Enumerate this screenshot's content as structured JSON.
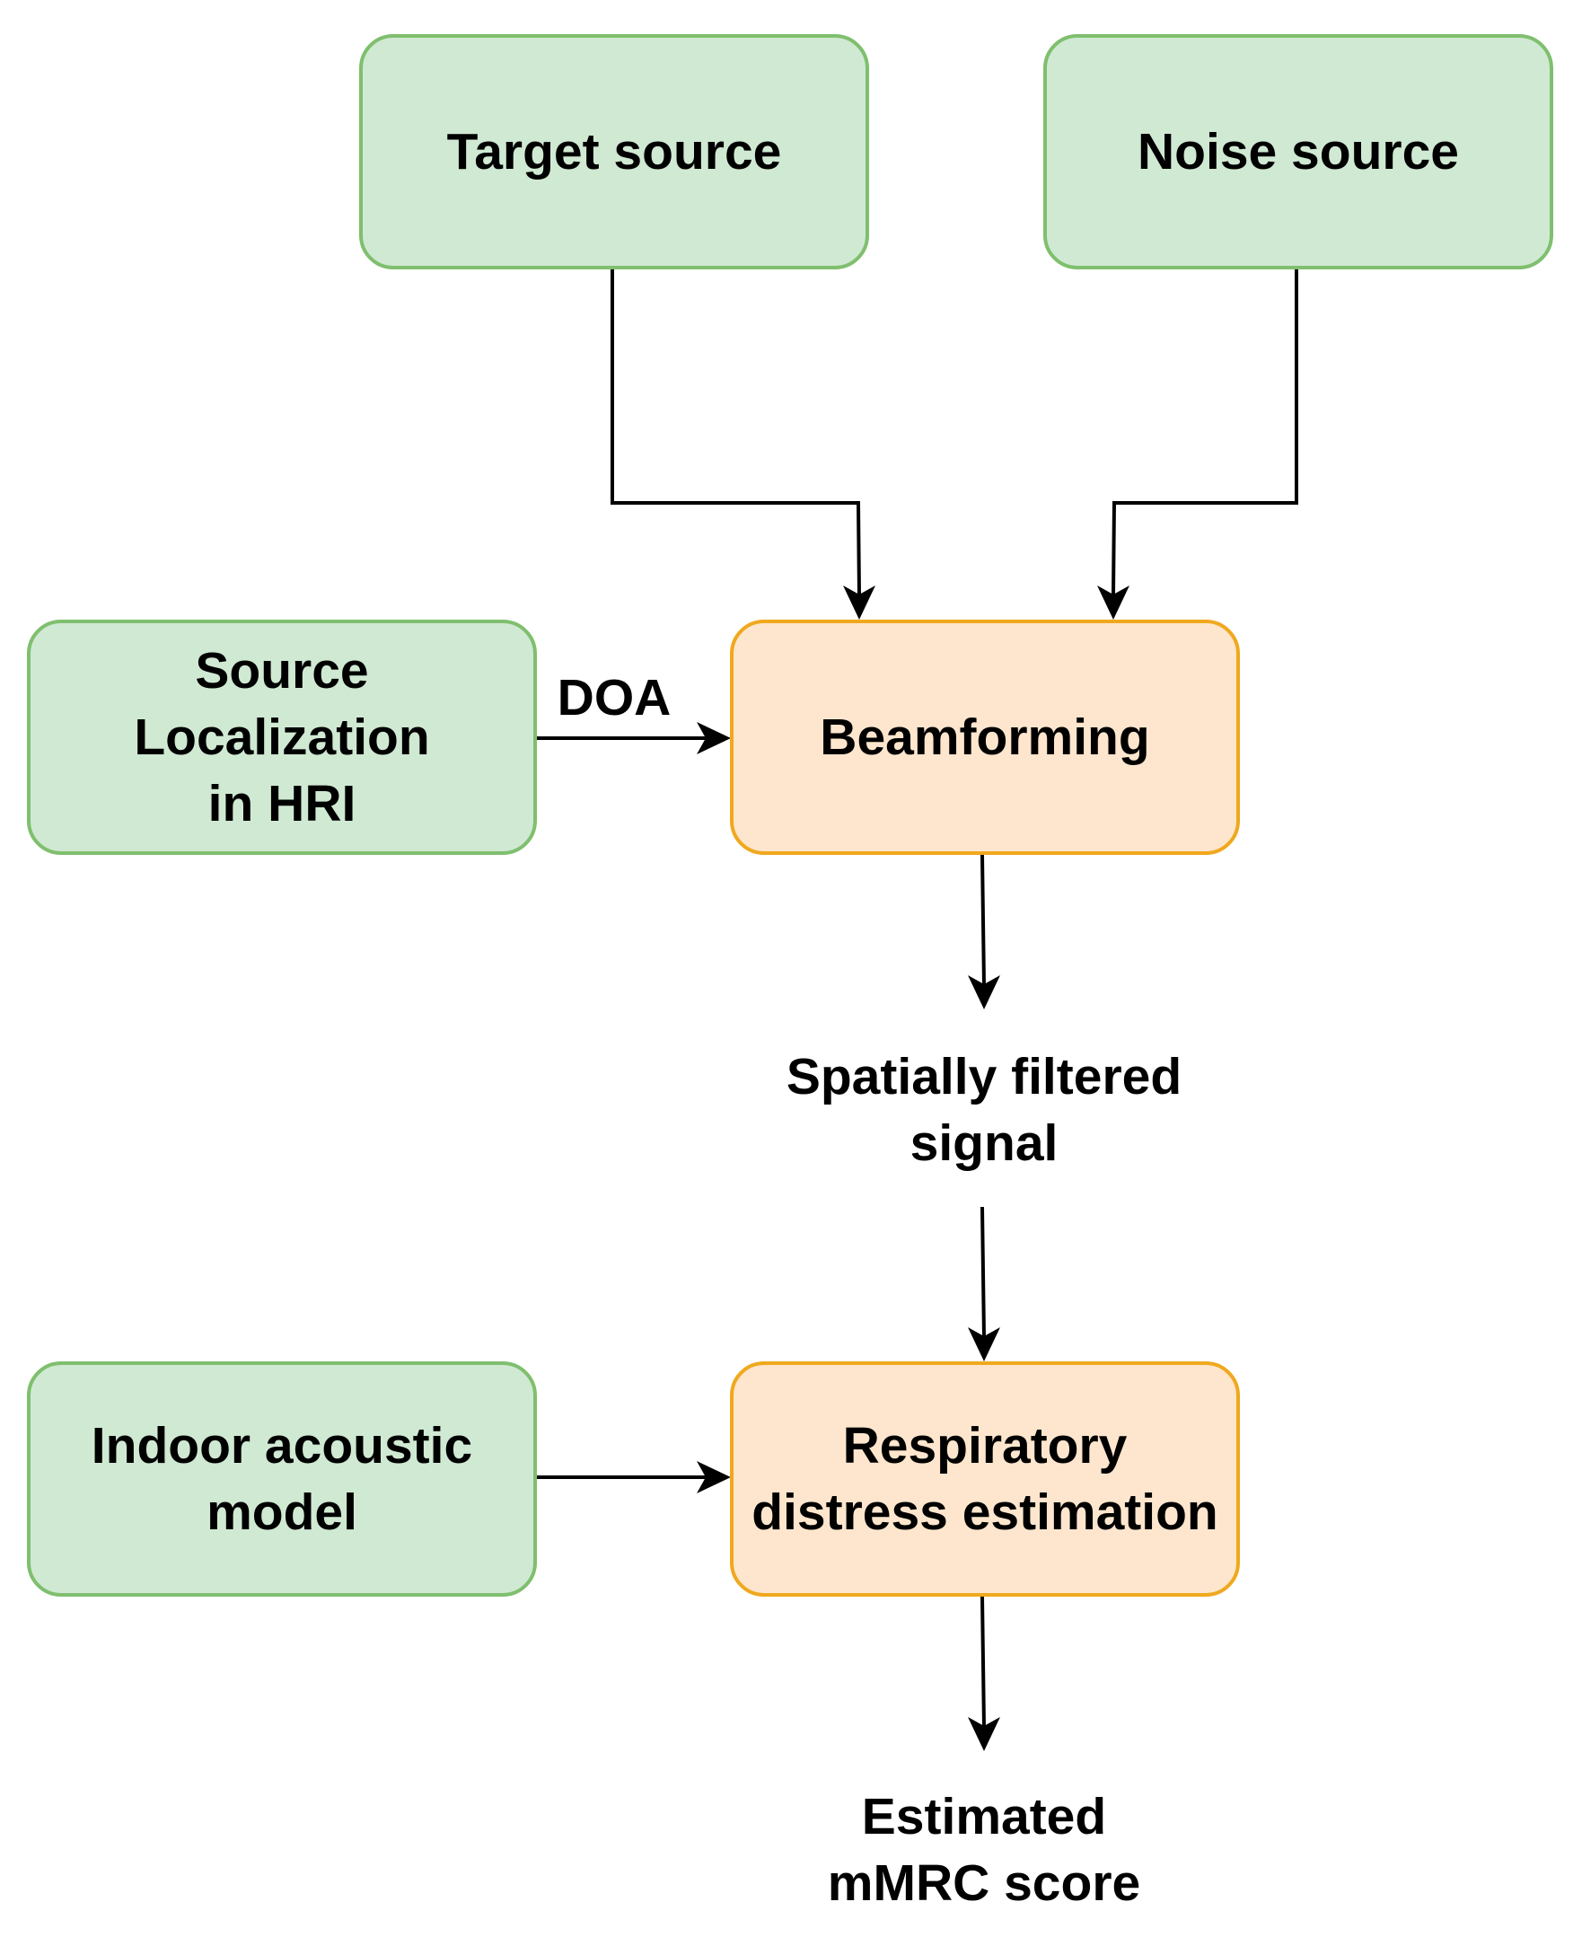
{
  "nodes": {
    "target_source": "Target source",
    "noise_source": "Noise source",
    "source_localization": "Source\nLocalization\nin HRI",
    "beamforming": "Beamforming",
    "spatially_filtered_signal": "Spatially filtered\nsignal",
    "indoor_acoustic_model": "Indoor acoustic\nmodel",
    "respiratory_distress_estimation": "Respiratory\ndistress estimation",
    "estimated_score": "Estimated\nmMRC score"
  },
  "edge_labels": {
    "doa": "DOA"
  },
  "colors": {
    "input_fill": "#d0e9d3",
    "input_border": "#7fbf6e",
    "process_fill": "#fde6cd",
    "process_border": "#f0a81e",
    "edge": "#000000"
  }
}
